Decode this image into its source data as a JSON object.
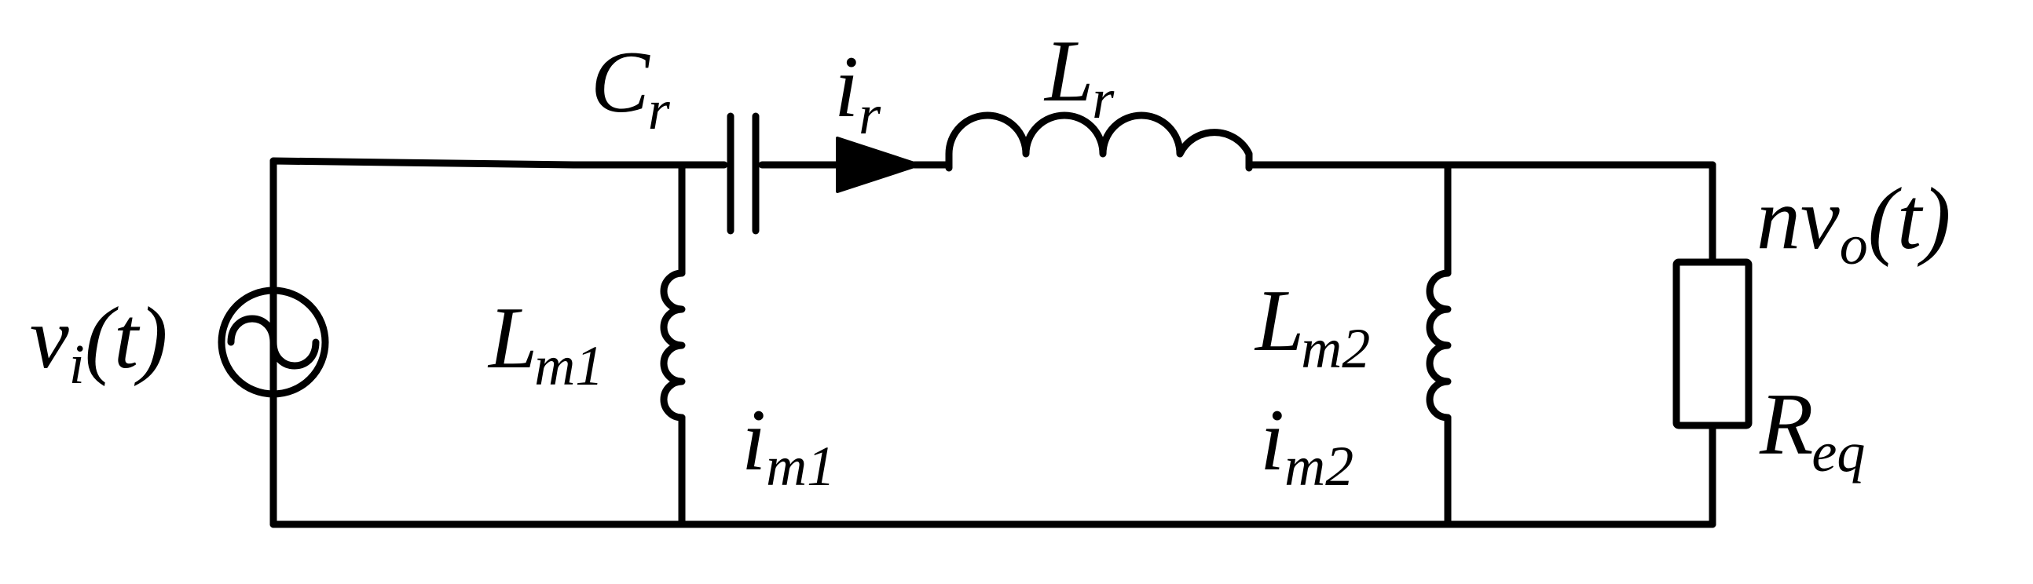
{
  "labels": {
    "cr": {
      "main": "C",
      "sub": "r"
    },
    "ir": {
      "main": "i",
      "sub": "r"
    },
    "lr": {
      "main": "L",
      "sub": "r"
    },
    "vi": {
      "main": "v",
      "sub": "i",
      "arg": "(t)"
    },
    "lm1": {
      "main": "L",
      "sub": "m1"
    },
    "im1": {
      "main": "i",
      "sub": "m1"
    },
    "lm2": {
      "main": "L",
      "sub": "m2"
    },
    "im2": {
      "main": "i",
      "sub": "m2"
    },
    "nvo": {
      "n": "n",
      "main": "v",
      "sub": "o",
      "arg": "(t)"
    },
    "req": {
      "main": "R",
      "sub": "eq"
    }
  }
}
